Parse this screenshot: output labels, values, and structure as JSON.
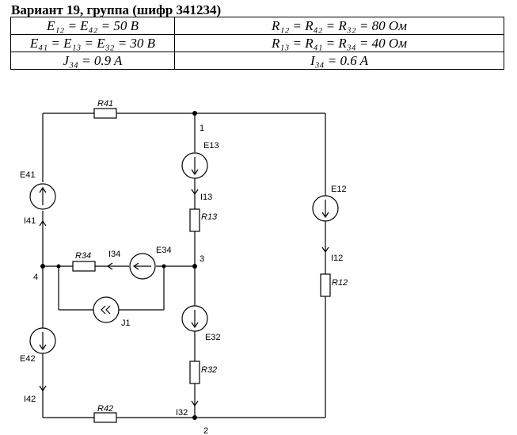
{
  "title": "Вариант 19, группа (шифр 341234)",
  "params": {
    "rows": [
      [
        "E₁₂ = E₄₂ = 50 B",
        "R₁₂ = R₄₂ = R₃₂ = 80 Ом"
      ],
      [
        "E₄₁ = E₁₃ = E₃₂ = 30 B",
        "R₁₃ = R₄₁ = R₃₄ = 40 Ом"
      ],
      [
        "J₃₄ = 0.9 A",
        "I₃₄ = 0.6 A"
      ]
    ]
  },
  "circuit": {
    "nodes": {
      "n1": "1",
      "n2": "2",
      "n3": "3",
      "n4": "4"
    },
    "resistors": {
      "r41": "R41",
      "r34": "R34",
      "r13": "R13",
      "r12": "R12",
      "r32": "R32",
      "r42": "R42"
    },
    "sources": {
      "e41": "E41",
      "e13": "E13",
      "e12": "E12",
      "e34": "E34",
      "e32": "E32",
      "e42": "E42",
      "j1": "J1"
    },
    "currents": {
      "i41": "I41",
      "i13": "I13",
      "i12": "I12",
      "i34": "I34",
      "i32": "I32",
      "i42": "I42"
    }
  }
}
